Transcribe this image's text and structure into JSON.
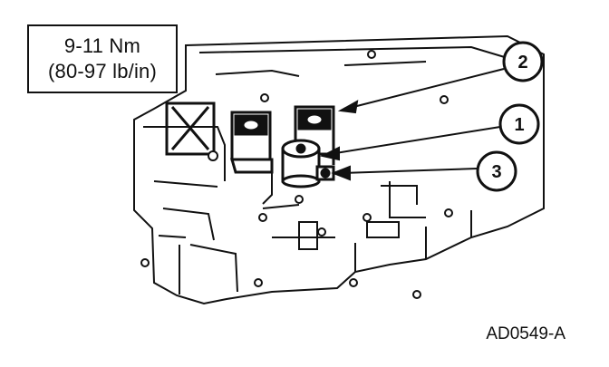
{
  "torque_spec": {
    "line1": "9-11 Nm",
    "line2": "(80-97 lb/in)"
  },
  "callouts": [
    {
      "label": "2"
    },
    {
      "label": "1"
    },
    {
      "label": "3"
    }
  ],
  "figure_id": "AD0549-A"
}
